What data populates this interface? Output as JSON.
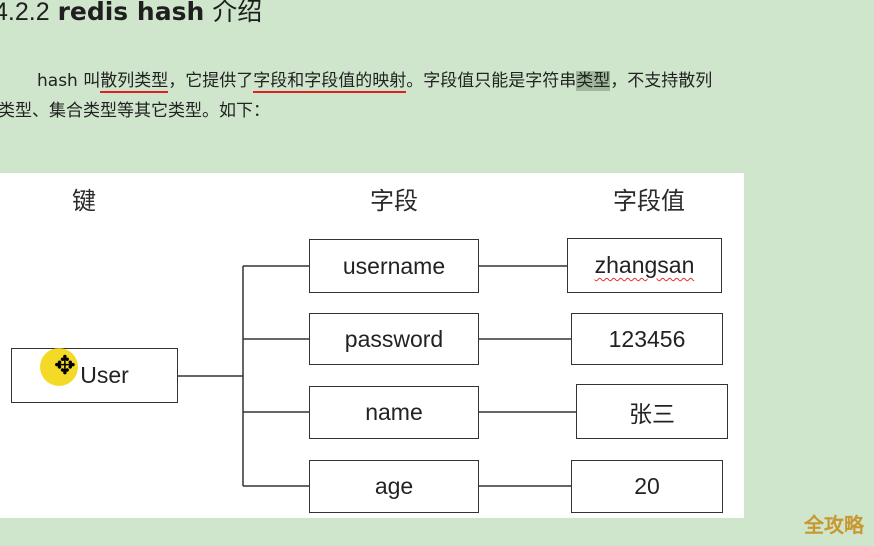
{
  "heading": {
    "number": "4.2.2",
    "title_en": "redis hash",
    "title_zh": "介绍"
  },
  "paragraph": {
    "line1_a": "hash 叫",
    "line1_b": "散列类型",
    "line1_c": "，它提供了",
    "line1_d": "字段和字段值的映射",
    "line1_e": "。字段值只能是字符串",
    "line1_f": "类型",
    "line1_g": "，不支持散列",
    "line2": "类型、集合类型等其它类型。如下："
  },
  "diagram": {
    "header_key": "键",
    "header_field": "字段",
    "header_value": "字段值",
    "key": "User",
    "rows": [
      {
        "field": "username",
        "value": "zhangsan"
      },
      {
        "field": "password",
        "value": "123456"
      },
      {
        "field": "name",
        "value": "张三"
      },
      {
        "field": "age",
        "value": "20"
      }
    ]
  },
  "watermark": "全攻略"
}
